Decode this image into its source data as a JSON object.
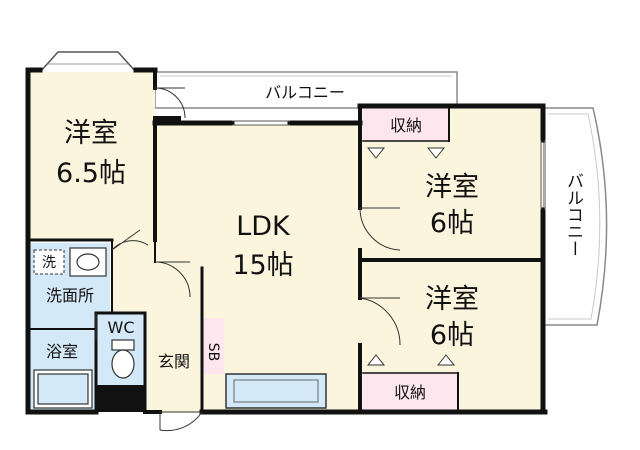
{
  "rooms": {
    "western_room_a": {
      "name": "洋室",
      "size": "6.5帖"
    },
    "ldk": {
      "name": "LDK",
      "size": "15帖"
    },
    "western_room_b": {
      "name": "洋室",
      "size": "6帖"
    },
    "western_room_c": {
      "name": "洋室",
      "size": "6帖"
    },
    "washroom": {
      "name": "洗面所"
    },
    "washer_mark": {
      "name": "洗"
    },
    "bathroom": {
      "name": "浴室"
    },
    "toilet": {
      "name": "WC"
    },
    "entrance": {
      "name": "玄関"
    },
    "shoe_box": {
      "name": "SB"
    }
  },
  "storage": {
    "top": "収納",
    "bottom": "収納"
  },
  "balconies": {
    "top": "バルコニー",
    "right": "バルコニー"
  },
  "colors": {
    "room_fill": "#fbf5de",
    "wet_fill": "#d4e9f7",
    "storage_fill": "#fde6ee",
    "wall": "#111111",
    "balcony_line": "#8a8a8a"
  }
}
